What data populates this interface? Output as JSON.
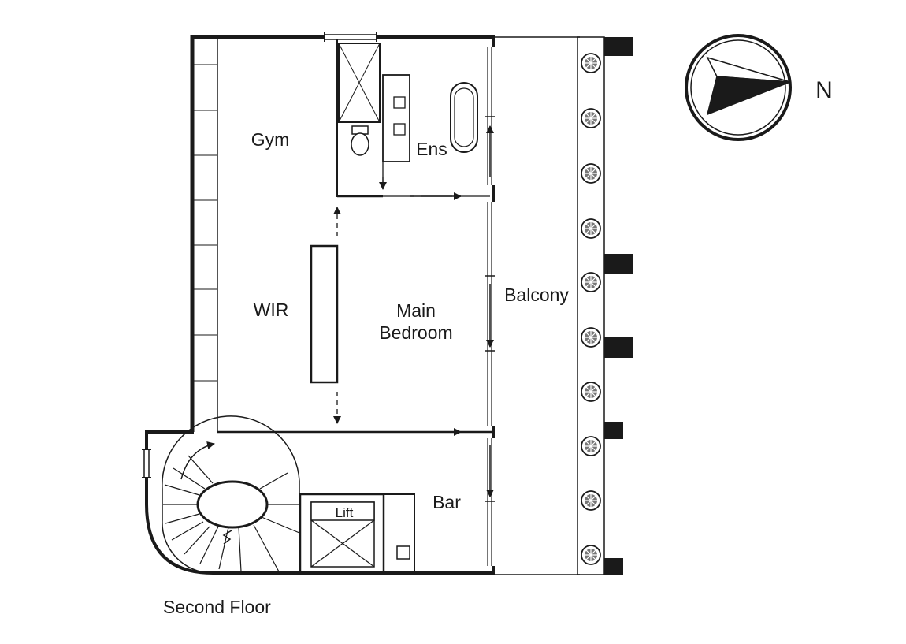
{
  "floor_title": "Second Floor",
  "compass": {
    "label": "N"
  },
  "rooms": {
    "gym": "Gym",
    "ens": "Ens",
    "wir": "WIR",
    "main_bedroom_line1": "Main",
    "main_bedroom_line2": "Bedroom",
    "balcony": "Balcony",
    "bar": "Bar",
    "lift": "Lift"
  }
}
